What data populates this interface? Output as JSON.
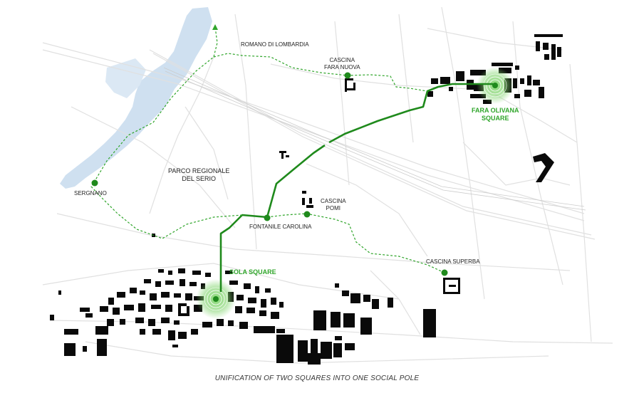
{
  "colors": {
    "route_main": "#1f8a1c",
    "route_secondary": "#2fa52a",
    "river": "#cfe0f0",
    "roads": "#e2e2e2",
    "buildings": "#0a0a0a",
    "square_glow": "#7fd46b"
  },
  "places": {
    "romano": "ROMANO DI LOMBARDIA",
    "cascina_fara_nuova_1": "CASCINA",
    "cascina_fara_nuova_2": "FARA NUOVA",
    "fara_olivana_1": "FARA OLIVANA",
    "fara_olivana_2": "SQUARE",
    "sergnano": "SERGNANO",
    "parco_1": "PARCO REGIONALE",
    "parco_2": "DEL SERIO",
    "cascina_pomi_1": "CASCINA",
    "cascina_pomi_2": "POMI",
    "fontanile": "FONTANILE CAROLINA",
    "sola_square": "SOLA SQUARE",
    "cascina_superba": "CASCINA SUPERBA"
  },
  "caption": "UNIFICATION OF TWO SQUARES INTO ONE SOCIAL POLE"
}
